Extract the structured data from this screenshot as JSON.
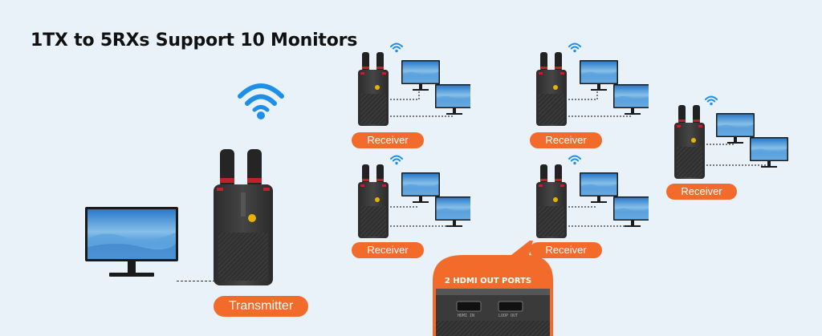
{
  "title": "1TX to 5RXs Support 10 Monitors",
  "transmitter": {
    "label": "Transmitter"
  },
  "receivers": [
    {
      "label": "Receiver"
    },
    {
      "label": "Receiver"
    },
    {
      "label": "Receiver"
    },
    {
      "label": "Receiver"
    },
    {
      "label": "Receiver"
    }
  ],
  "callout": {
    "label": "2 HDMI OUT PORTS",
    "ports": [
      "HDMI IN",
      "LOOP OUT"
    ]
  },
  "colors": {
    "accent": "#f36b2a",
    "wifi": "#1e8fe8",
    "background": "#e9f2f8"
  },
  "icons": [
    "wifi-icon",
    "monitor-icon",
    "transmitter-device",
    "receiver-device"
  ]
}
